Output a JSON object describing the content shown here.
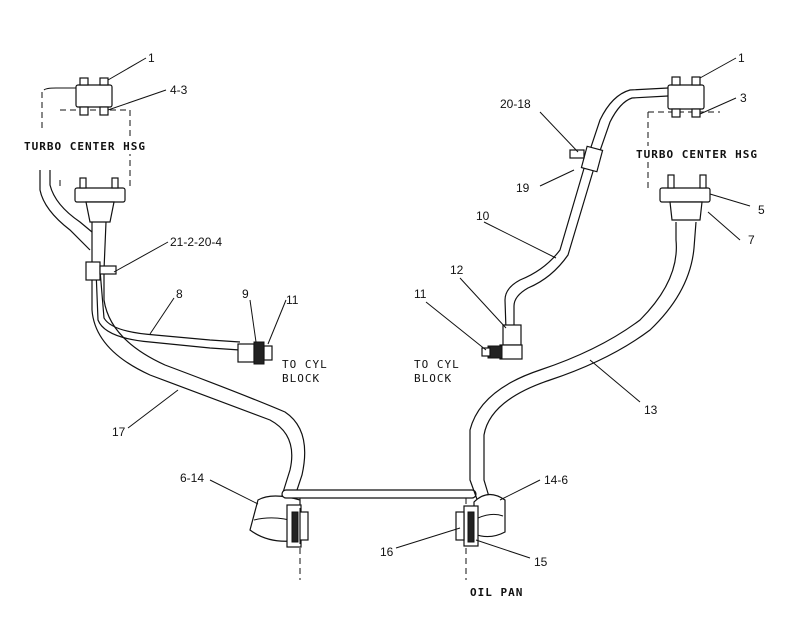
{
  "callouts": {
    "c1_left": "1",
    "c4_3": "4-3",
    "c1_right": "1",
    "c3": "3",
    "c20_18": "20-18",
    "c19": "19",
    "c5": "5",
    "c7": "7",
    "c10": "10",
    "c21_2_20_4": "21-2-20-4",
    "c8": "8",
    "c9": "9",
    "c11_left": "11",
    "c12": "12",
    "c11_right": "11",
    "c17": "17",
    "c13": "13",
    "c6_14": "6-14",
    "c14_6": "14-6",
    "c16": "16",
    "c15": "15"
  },
  "notes": {
    "turbo_left": "TURBO CENTER HSG",
    "turbo_right": "TURBO CENTER HSG",
    "cyl_left_1": "TO CYL",
    "cyl_left_2": "BLOCK",
    "cyl_right_1": "TO CYL",
    "cyl_right_2": "BLOCK",
    "oil_pan": "OIL PAN"
  }
}
